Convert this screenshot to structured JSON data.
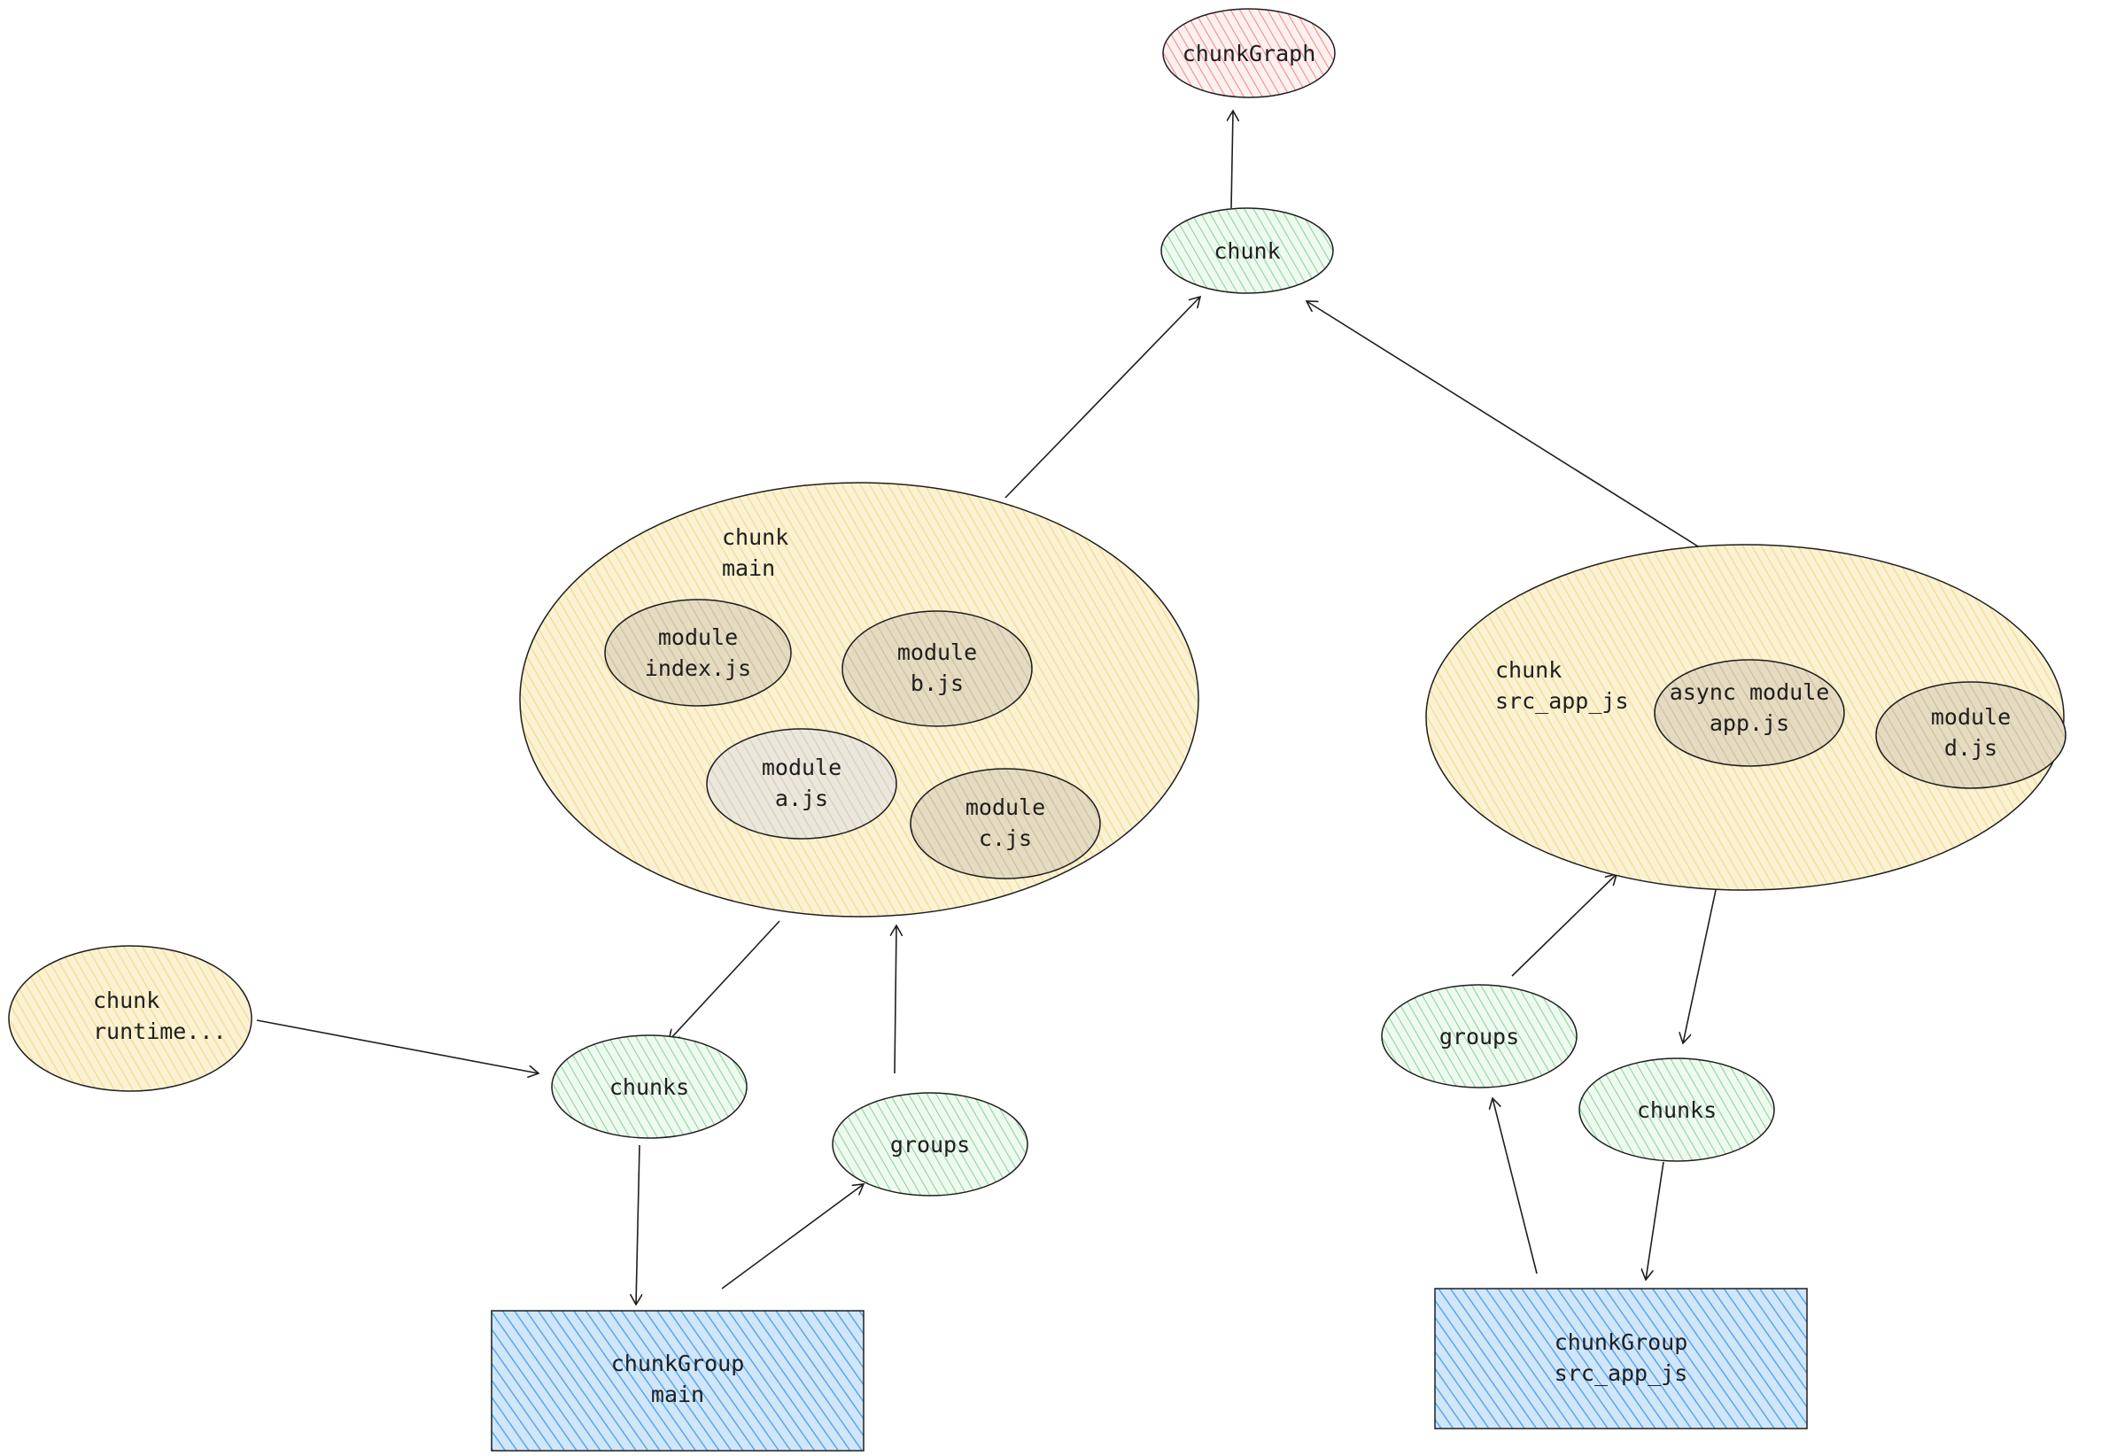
{
  "colors": {
    "red": "#ffc9c9",
    "green": "#b2f2bb",
    "yellow": "#ffec99",
    "tan": "#e8dcc0",
    "tan_light": "#ece7dc",
    "blue": "#a5d8ff"
  },
  "nodes": {
    "chunk_graph": {
      "line1": "chunkGraph"
    },
    "chunk_top": {
      "line1": "chunk"
    },
    "chunk_main": {
      "line1": "chunk",
      "line2": "main"
    },
    "module_index": {
      "line1": "module",
      "line2": "index.js"
    },
    "module_b": {
      "line1": "module",
      "line2": "b.js"
    },
    "module_a": {
      "line1": "module",
      "line2": "a.js"
    },
    "module_c": {
      "line1": "module",
      "line2": "c.js"
    },
    "chunk_src_app": {
      "line1": "chunk",
      "line2": "src_app_js"
    },
    "async_module_app": {
      "line1": "async module",
      "line2": "app.js"
    },
    "module_d": {
      "line1": "module",
      "line2": "d.js"
    },
    "chunk_runtime": {
      "line1": "chunk",
      "line2": "runtime..."
    },
    "chunks_left": {
      "line1": "chunks"
    },
    "groups_left": {
      "line1": "groups"
    },
    "groups_right": {
      "line1": "groups"
    },
    "chunks_right": {
      "line1": "chunks"
    },
    "chunkgroup_main": {
      "line1": "chunkGroup",
      "line2": "main"
    },
    "chunkgroup_src_app": {
      "line1": "chunkGroup",
      "line2": "src_app_js"
    }
  }
}
